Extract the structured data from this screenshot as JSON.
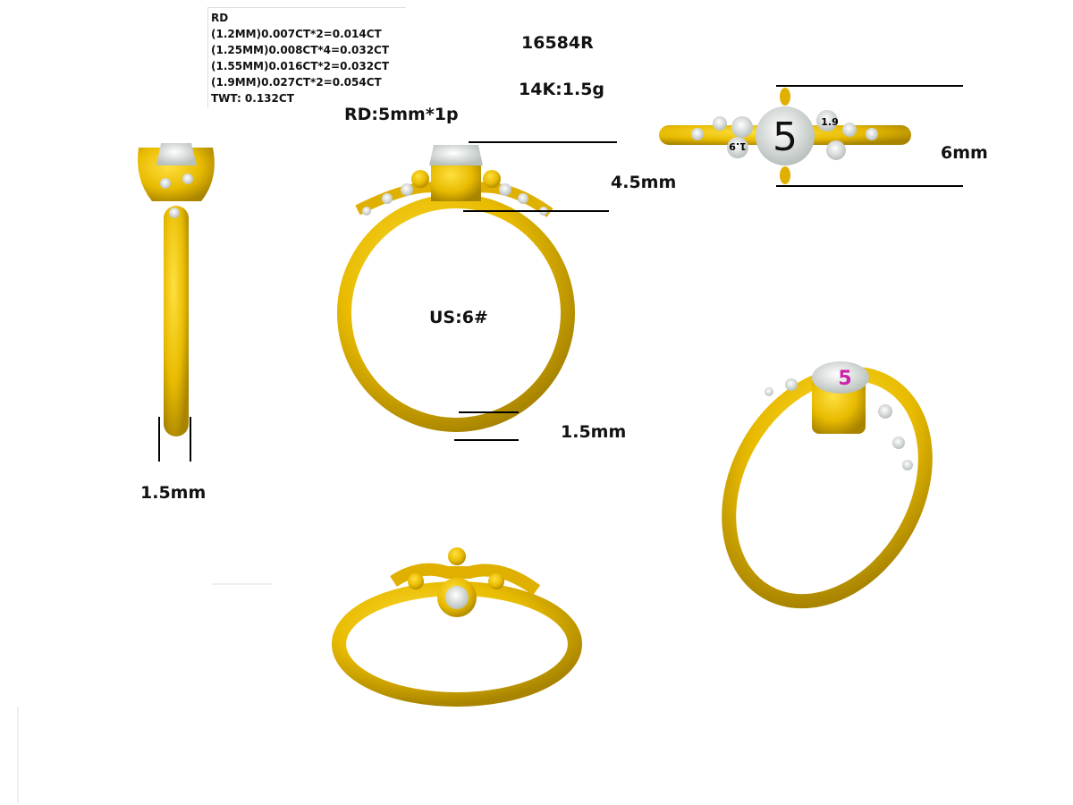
{
  "spec_table": {
    "title": "RD",
    "lines": [
      "(1.2MM)0.007CT*2=0.014CT",
      "(1.25MM)0.008CT*4=0.032CT",
      "(1.55MM)0.016CT*2=0.032CT",
      "(1.9MM)0.027CT*2=0.054CT"
    ],
    "total": "TWT:  0.132CT"
  },
  "model_number": "16584R",
  "metal": "14K:1.5g",
  "center_stone": "RD:5mm*1p",
  "ring_size": "US:6#",
  "dimensions": {
    "head_height": "4.5mm",
    "top_width": "6mm",
    "band_thickness": "1.5mm",
    "band_width": "1.5mm"
  },
  "stone_marks": {
    "center": "5",
    "side_large": "1.9",
    "side_left": "1.9"
  },
  "colors": {
    "gold": "#e8bb00",
    "gold_dark": "#a88400",
    "diamond": "#e8ece8",
    "accent_mark": "#cc22aa"
  }
}
